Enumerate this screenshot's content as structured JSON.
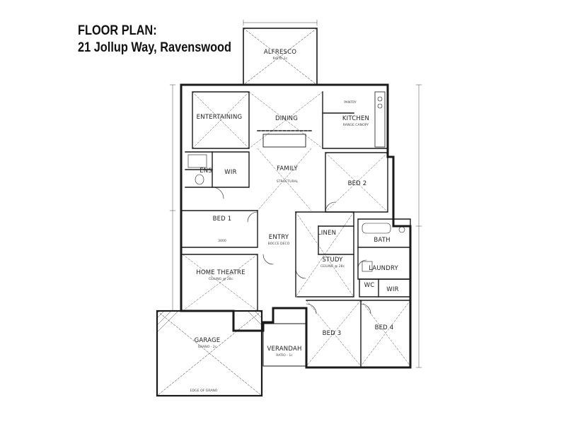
{
  "heading": {
    "line1": "FLOOR PLAN:",
    "line2": "21 Jollup Way, Ravenswood"
  },
  "rooms": {
    "alfresco": "ALFRESCO",
    "entertaining": "ENTERTAINING",
    "dining": "DINING",
    "kitchen": "KITCHEN",
    "family": "FAMILY",
    "ens": "ENS",
    "wir1": "WIR",
    "bed2": "BED 2",
    "bed1": "BED 1",
    "entry": "ENTRY",
    "linen": "LINEN",
    "study": "STUDY",
    "bath": "BATH",
    "laundry": "LAUNDRY",
    "hometheatre": "HOME THEATRE",
    "wir2": "WIR",
    "bed3": "BED 3",
    "bed4": "BED 4",
    "garage": "GARAGE",
    "verandah": "VERANDAH",
    "wc": "WC",
    "pantry": "PANTRY"
  },
  "notes": {
    "alfresco": "RATIO-1c",
    "garage": "GRANO - 2c",
    "verandah": "RATIO - 1c",
    "entry": "BOCCE DECO",
    "study": "CEILING @ 28c",
    "family": "STRUCTURAL",
    "kitchen": "RANGE CANOPY",
    "bed1": "3000",
    "hometheatre": "CEILING @ 28c",
    "edge": "EDGE OF GRANO"
  }
}
